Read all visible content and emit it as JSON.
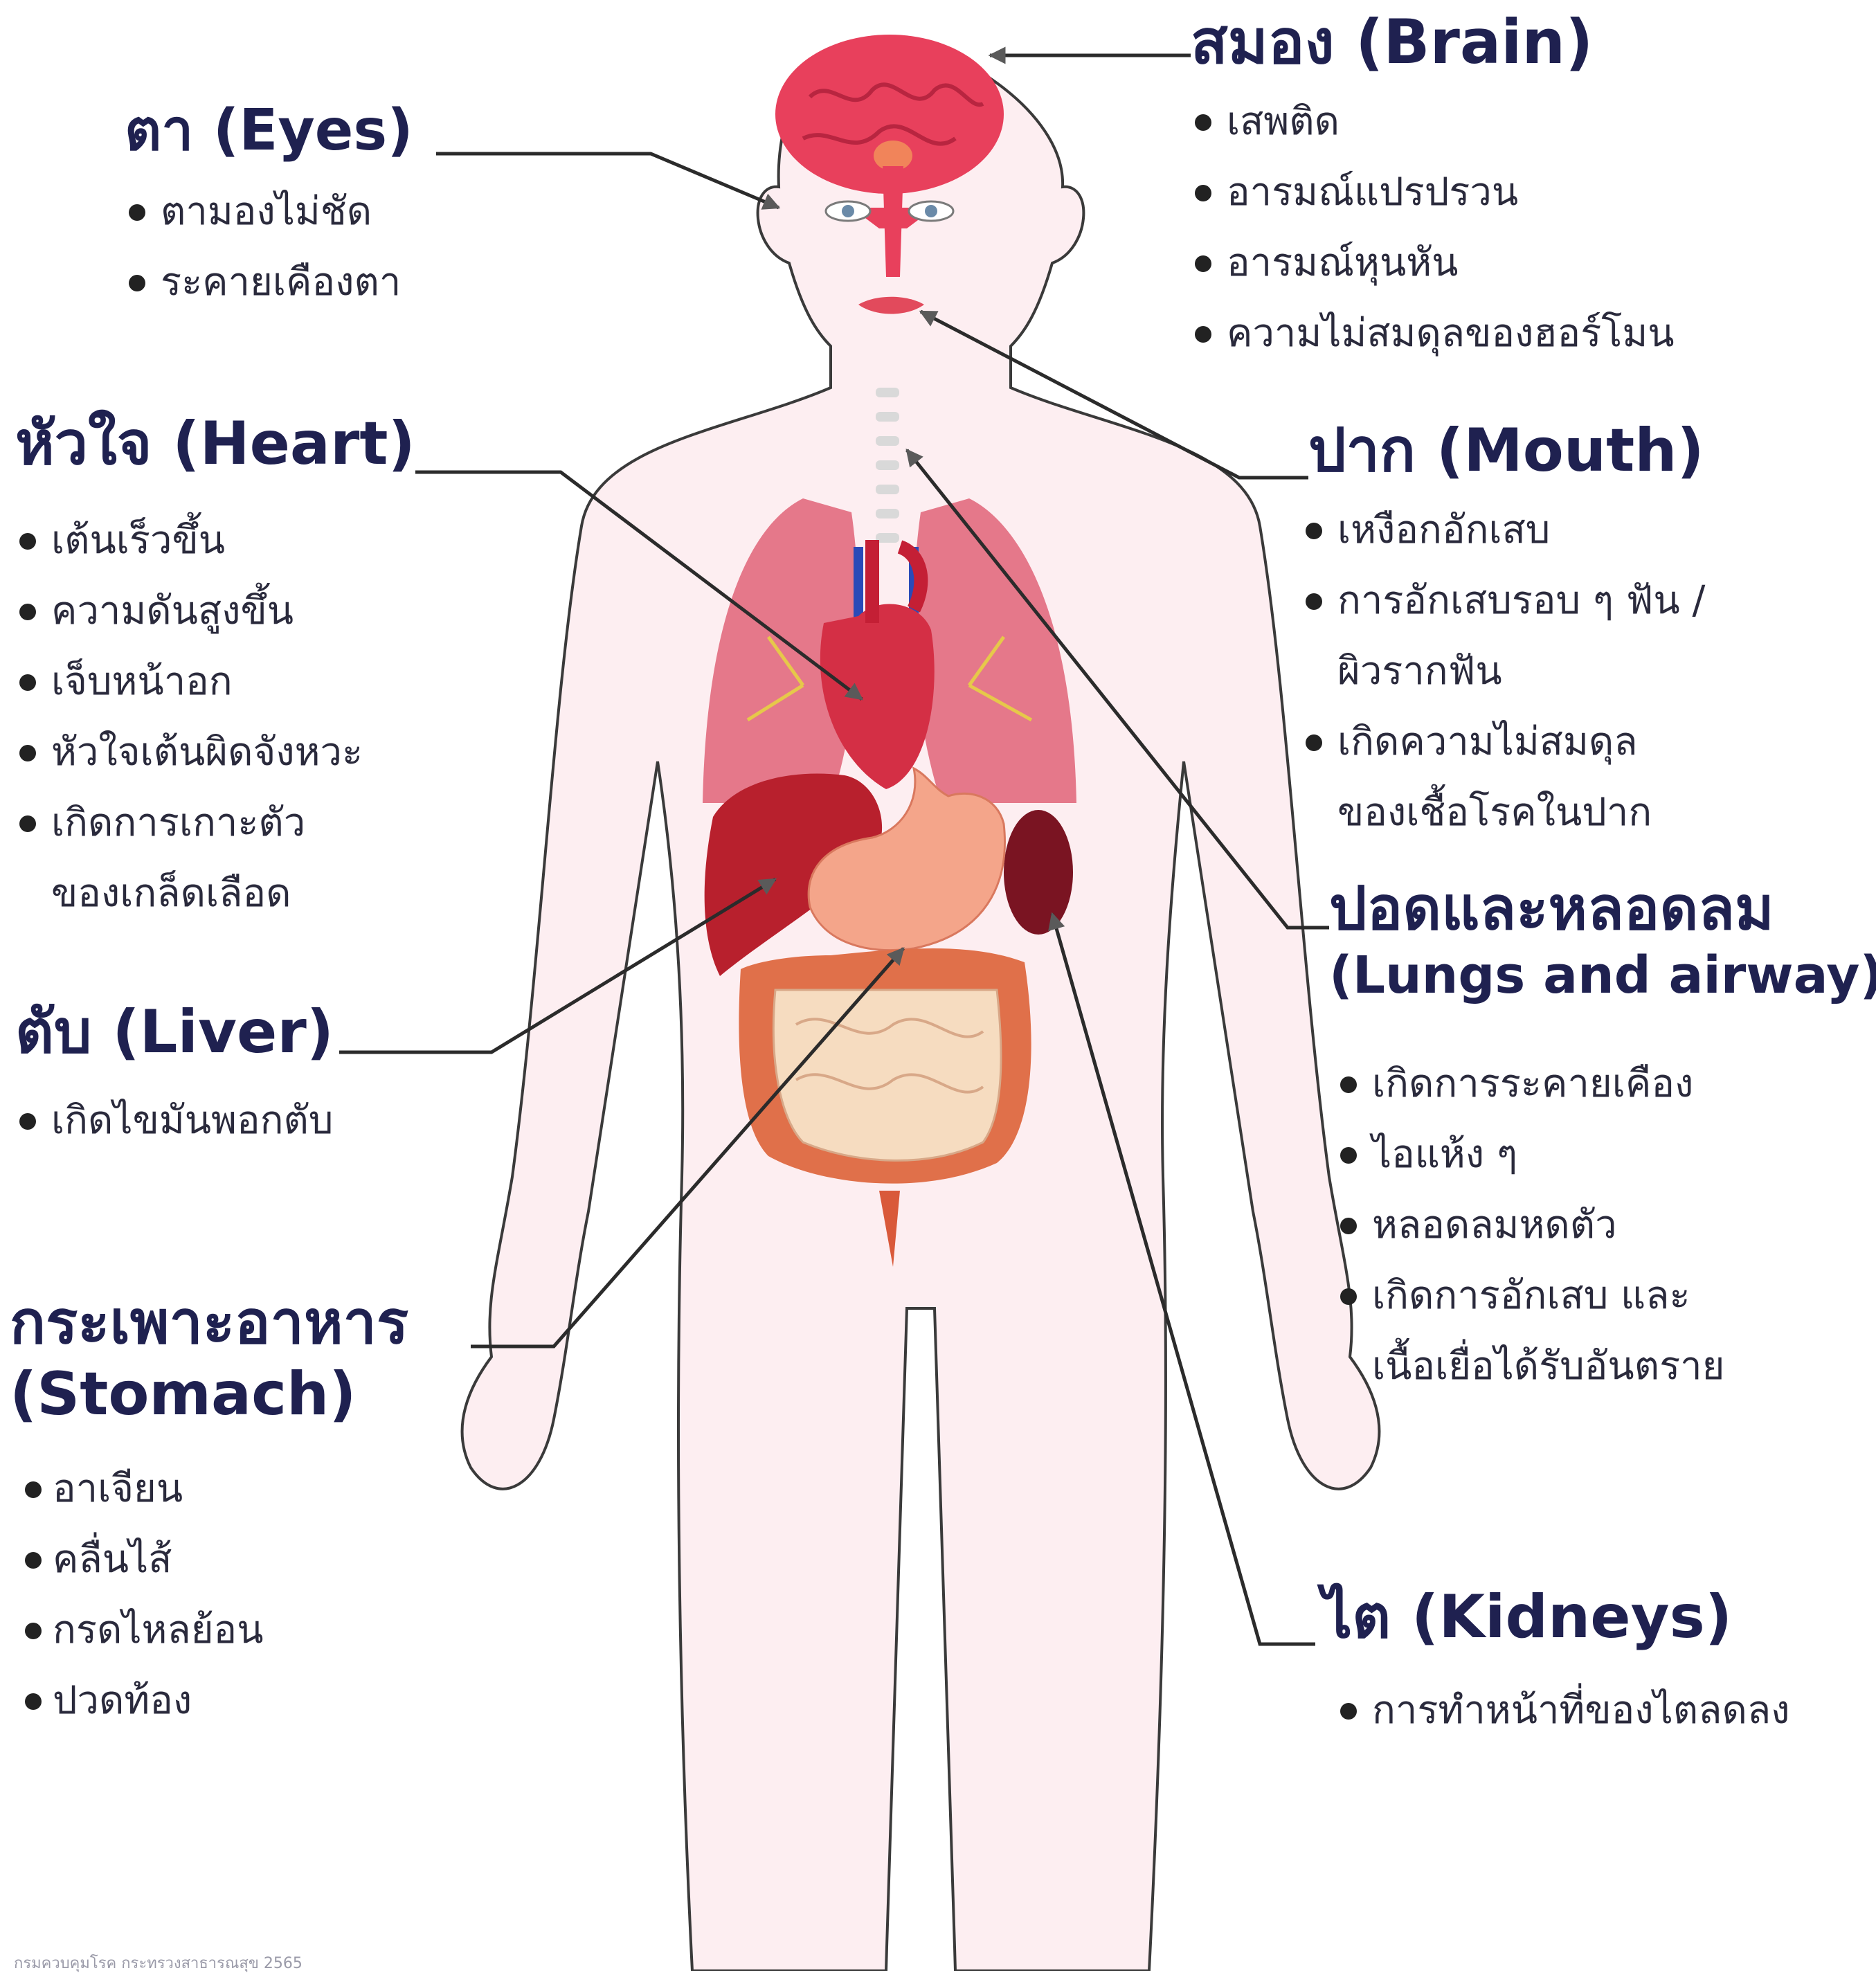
{
  "colors": {
    "heading": "#1f2150",
    "body_text": "#2a2a3c",
    "body_fill": "#fdeef1",
    "leader_line": "#2b2b2b",
    "brain": "#e8405c",
    "heart": "#d42f45",
    "liver": "#b8202d",
    "stomach": "#f4a58a",
    "intestine": "#f6dcc0",
    "lungs": "#e5788a"
  },
  "organs": {
    "brain": {
      "title": "สมอง (Brain)",
      "icon": "brain-icon",
      "effects": [
        "เสพติด",
        "อารมณ์แปรปรวน",
        "อารมณ์หุนหัน",
        "ความไม่สมดุลของฮอร์โมน"
      ]
    },
    "eyes": {
      "title": "ตา (Eyes)",
      "icon": "eye-icon",
      "effects": [
        "ตามองไม่ชัด",
        "ระคายเคืองตา"
      ]
    },
    "heart": {
      "title": "หัวใจ (Heart)",
      "icon": "heart-icon",
      "effects": [
        "เต้นเร็วขึ้น",
        "ความดันสูงขึ้น",
        "เจ็บหน้าอก",
        "หัวใจเต้นผิดจังหวะ",
        "เกิดการเกาะตัว\nของเกล็ดเลือด"
      ]
    },
    "mouth": {
      "title": "ปาก (Mouth)",
      "icon": "mouth-icon",
      "effects": [
        "เหงือกอักเสบ",
        "การอักเสบรอบ ๆ ฟัน  /\nผิวรากฟัน",
        "เกิดความไม่สมดุล\nของเชื้อโรคในปาก"
      ]
    },
    "lungs": {
      "title": "ปอดและหลอดลม",
      "subtitle": "(Lungs and airway)",
      "icon": "lungs-icon",
      "effects": [
        "เกิดการระคายเคือง",
        "ไอแห้ง ๆ",
        "หลอดลมหดตัว",
        "เกิดการอักเสบ และ\nเนื้อเยื่อได้รับอันตราย"
      ]
    },
    "liver": {
      "title": "ตับ (Liver)",
      "icon": "liver-icon",
      "effects": [
        "เกิดไขมันพอกตับ"
      ]
    },
    "stomach": {
      "title": "กระเพาะอาหาร",
      "subtitle": "(Stomach)",
      "icon": "stomach-icon",
      "effects": [
        "อาเจียน",
        "คลื่นไส้",
        "กรดไหลย้อน",
        "ปวดท้อง"
      ]
    },
    "kidneys": {
      "title": "ไต (Kidneys)",
      "icon": "kidney-icon",
      "effects": [
        "การทำหน้าที่ของไตลดลง"
      ]
    }
  },
  "footer": "กรมควบคุมโรค กระทรวงสาธารณสุข 2565"
}
